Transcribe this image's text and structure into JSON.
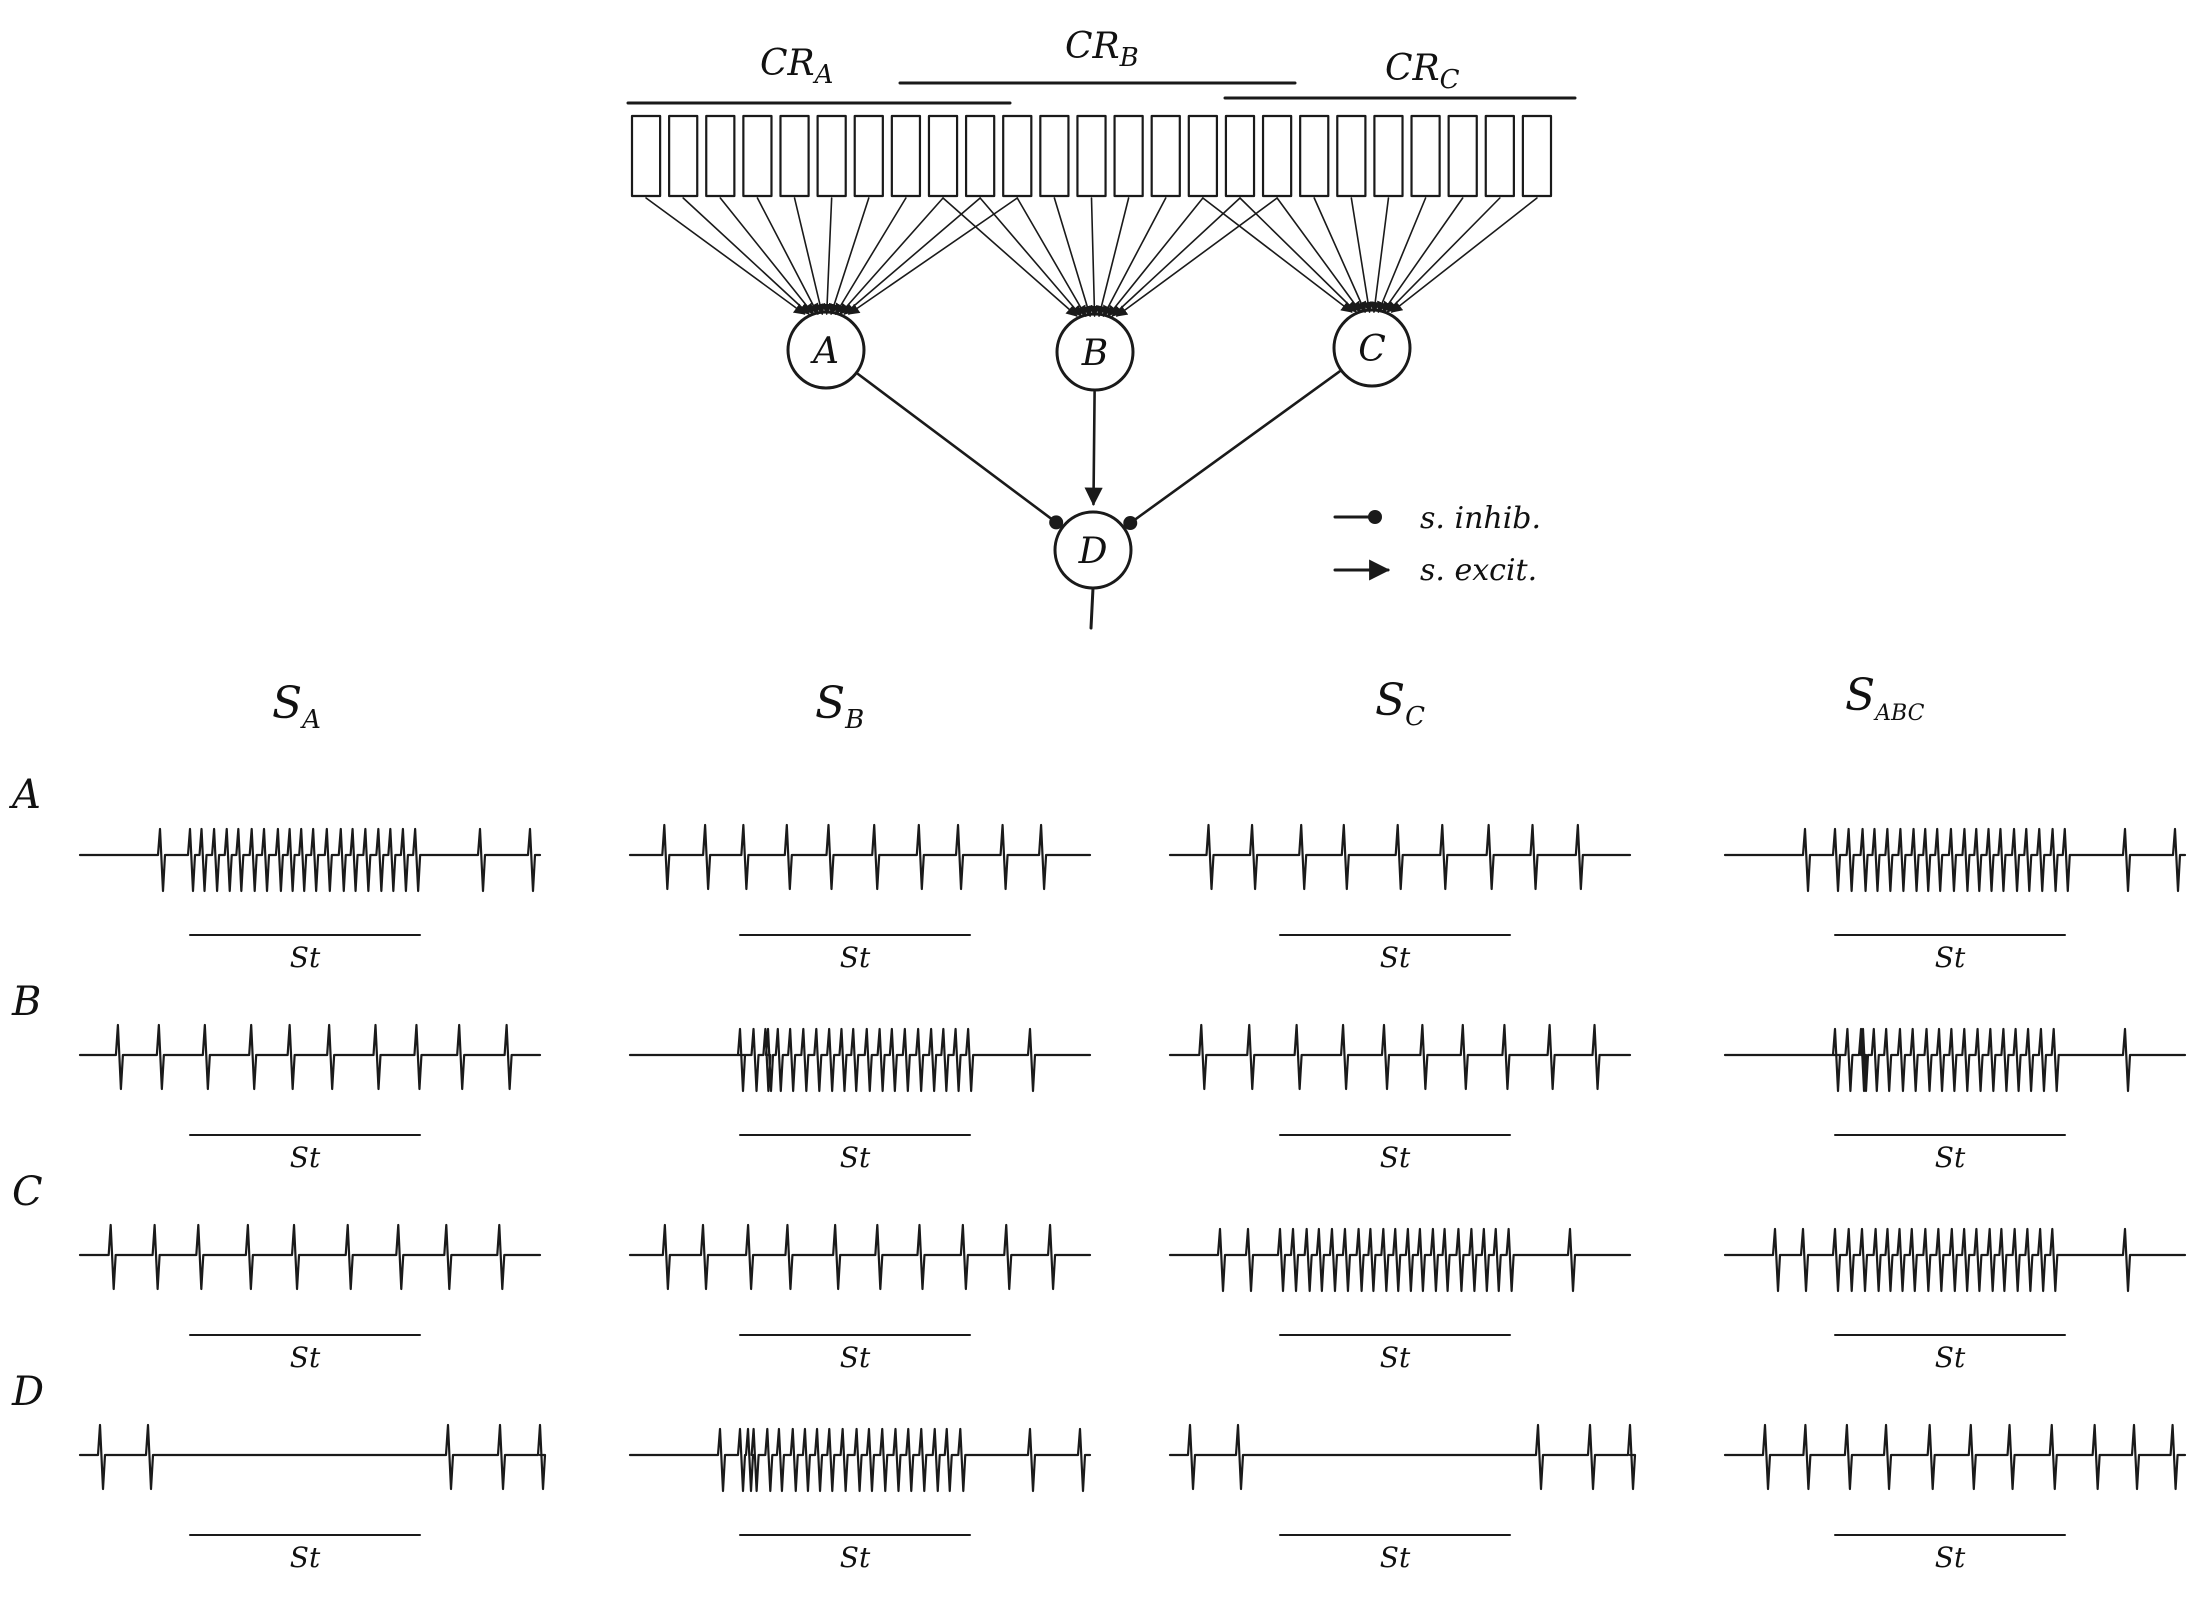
{
  "receptive_fields": [
    {
      "id": "A",
      "label": "CR",
      "sub": "A"
    },
    {
      "id": "B",
      "label": "CR",
      "sub": "B"
    },
    {
      "id": "C",
      "label": "CR",
      "sub": "C"
    }
  ],
  "receptor_count": 25,
  "neurons": [
    {
      "id": "A",
      "label": "A"
    },
    {
      "id": "B",
      "label": "B"
    },
    {
      "id": "C",
      "label": "C"
    },
    {
      "id": "D",
      "label": "D"
    }
  ],
  "synapses": [
    {
      "from": "A",
      "to": "D",
      "type": "inhib"
    },
    {
      "from": "B",
      "to": "D",
      "type": "excit"
    },
    {
      "from": "C",
      "to": "D",
      "type": "inhib"
    }
  ],
  "legend": [
    {
      "type": "inhib",
      "text": "s. inhib."
    },
    {
      "type": "excit",
      "text": "s. excit."
    }
  ],
  "stimuli": [
    {
      "label": "S",
      "sub": "A"
    },
    {
      "label": "S",
      "sub": "B"
    },
    {
      "label": "S",
      "sub": "C"
    },
    {
      "label": "S",
      "sub": "ABC"
    }
  ],
  "rows": [
    {
      "label": "A",
      "levels": [
        "high",
        "low",
        "none",
        "high"
      ]
    },
    {
      "label": "B",
      "levels": [
        "low",
        "high",
        "low",
        "high"
      ]
    },
    {
      "label": "C",
      "levels": [
        "none",
        "low",
        "high",
        "high"
      ]
    },
    {
      "label": "D",
      "levels": [
        "off",
        "high",
        "off",
        "none"
      ]
    }
  ],
  "stim_label": "St"
}
